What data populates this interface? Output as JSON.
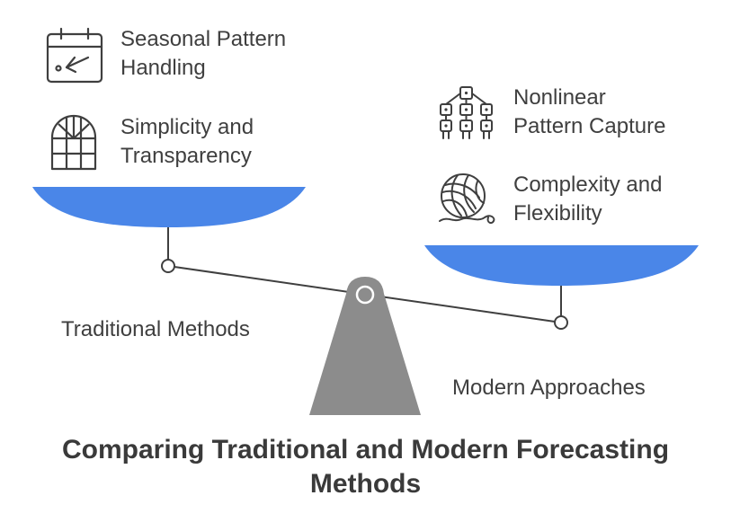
{
  "title": {
    "line1": "Comparing Traditional and Modern Forecasting",
    "line2": "Methods"
  },
  "left": {
    "label": "Traditional Methods",
    "items": [
      {
        "line1": "Seasonal Pattern",
        "line2": "Handling",
        "icon": "calendar-icon"
      },
      {
        "line1": "Simplicity and",
        "line2": "Transparency",
        "icon": "window-icon"
      }
    ]
  },
  "right": {
    "label": "Modern Approaches",
    "items": [
      {
        "line1": "Nonlinear",
        "line2": "Pattern Capture",
        "icon": "network-icon"
      },
      {
        "line1": "Complexity and",
        "line2": "Flexibility",
        "icon": "yarn-ball-icon"
      }
    ]
  },
  "colors": {
    "pan": "#4a86e8",
    "fulcrum": "#8c8c8c",
    "line": "#3f3f3f",
    "text": "#3f3f3f"
  }
}
